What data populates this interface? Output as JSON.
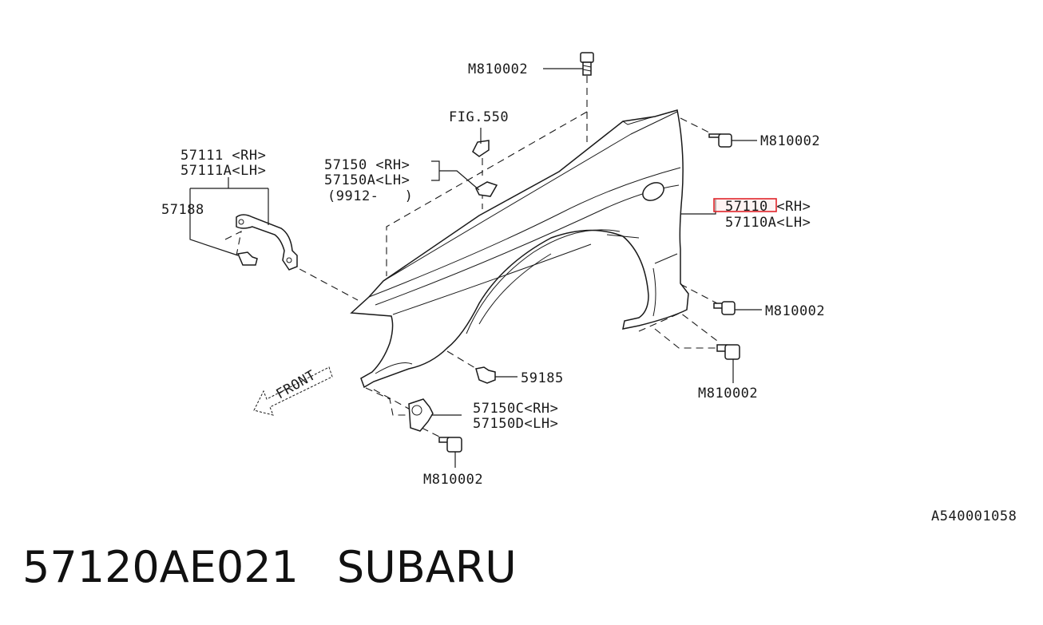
{
  "diagram": {
    "labels": {
      "bolt_top": "M810002",
      "fig_ref": "FIG.550",
      "bracket_rh": "57111 <RH>",
      "bracket_lh": "57111A<LH>",
      "clip_57188": "57188",
      "clip_rh": "57150 <RH>",
      "clip_lh": "57150A<LH>",
      "clip_range": "(9912-   )",
      "bolt_upper_right": "M810002",
      "fender_rh": "57110 <RH>",
      "fender_lh": "57110A<LH>",
      "bolt_right_mid": "M810002",
      "bolt_right_low": "M810002",
      "clip_59185": "59185",
      "lower_bracket_rh": "57150C<RH>",
      "lower_bracket_lh": "57150D<LH>",
      "bolt_bottom": "M810002",
      "front_arrow": "FRONT",
      "drawing_code": "A540001058"
    },
    "highlight": {
      "part_number": "57110",
      "color": "#e0252b"
    }
  },
  "footer": {
    "part_number": "57120AE021",
    "brand": "SUBARU"
  }
}
